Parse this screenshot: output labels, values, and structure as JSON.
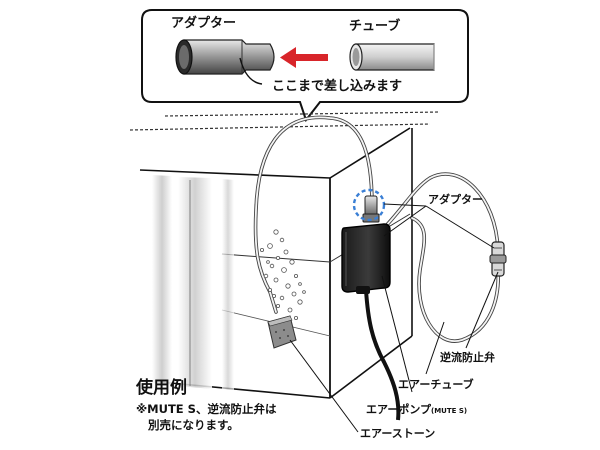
{
  "inset": {
    "adapter_label": "アダプター",
    "tube_label": "チューブ",
    "insert_note": "ここまで差し込みます"
  },
  "callouts": {
    "adapter": "アダプター",
    "check_valve": "逆流防止弁",
    "air_tube": "エアーチューブ",
    "air_pump": "エアーポンプ",
    "air_pump_model": "(MUTE S)",
    "air_stone": "エアーストーン"
  },
  "usage": {
    "title": "使用例",
    "note_line1": "※MUTE S、逆流防止弁は",
    "note_line2": "別売になります。"
  },
  "colors": {
    "arrow": "#d8252a",
    "highlight_circle": "#3a7fd5",
    "ink": "#111111"
  }
}
